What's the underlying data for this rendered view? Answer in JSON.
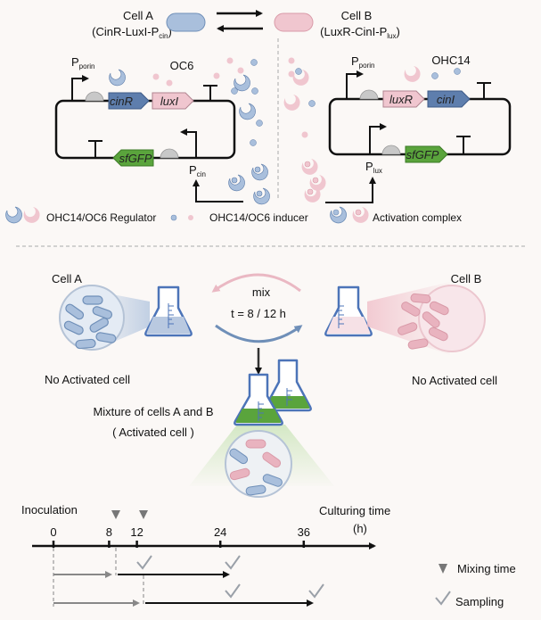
{
  "top": {
    "cell_a": {
      "name": "Cell A",
      "construct": "(CinR-LuxI-P",
      "construct_sub": "cin",
      "construct_end": ")"
    },
    "cell_b": {
      "name": "Cell B",
      "construct": "(LuxR-CinI-P",
      "construct_sub": "lux",
      "construct_end": ")"
    },
    "left_circuit": {
      "promoter_top": "P",
      "promoter_top_sub": "porin",
      "signal": "OC6",
      "gene1": "cinR",
      "gene2": "luxI",
      "reporter": "sfGFP",
      "promoter_bottom": "P",
      "promoter_bottom_sub": "cin"
    },
    "right_circuit": {
      "promoter_top": "P",
      "promoter_top_sub": "porin",
      "signal": "OHC14",
      "gene1": "luxR",
      "gene2": "cinI",
      "reporter": "sfGFP",
      "promoter_bottom": "P",
      "promoter_bottom_sub": "lux"
    },
    "legend": {
      "regulator": "OHC14/OC6 Regulator",
      "inducer": "OHC14/OC6 inducer",
      "complex": "Activation complex"
    }
  },
  "middle": {
    "cell_a_label": "Cell A",
    "cell_b_label": "Cell B",
    "mix_label": "mix",
    "time_label": "t = 8 / 12 h",
    "left_status": "No Activated cell",
    "right_status": "No Activated cell",
    "mixture_label": "Mixture of cells A and B",
    "mixture_status": "( Activated cell )"
  },
  "timeline": {
    "start_label": "Inoculation",
    "axis_label": "Culturing time",
    "unit_label": "(h)",
    "ticks": [
      "0",
      "8",
      "12",
      "24",
      "36"
    ],
    "legend_mixing": "Mixing time",
    "legend_sampling": "Sampling"
  },
  "colors": {
    "blue": "#a9bfdc",
    "blue_dark": "#5a7aa8",
    "pink": "#f0c6cf",
    "pink_dark": "#d99aa8",
    "green": "#5aa43c",
    "gray": "#888888"
  }
}
